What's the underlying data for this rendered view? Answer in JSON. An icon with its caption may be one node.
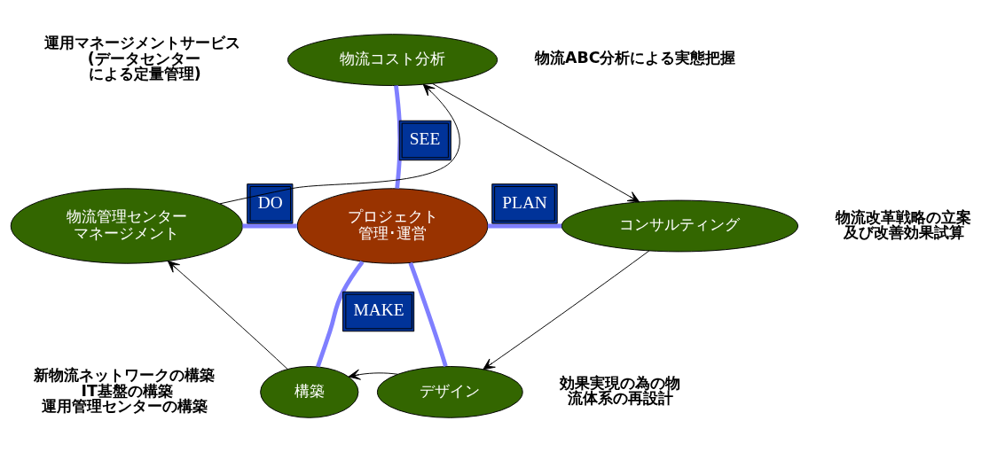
{
  "diagram": {
    "nodes": [
      {
        "text": [
          "プロジェクト管理･運営"
        ]
      },
      {
        "text": [
          "物流コスト分析"
        ],
        "beside": [
          "物流ABC分析による実態把握"
        ]
      },
      {
        "text": [
          "コンサルティング"
        ],
        "beside": [
          "物流改革戦略の立案及び改善効果試算"
        ]
      },
      {
        "text": [
          "デザイン"
        ],
        "beside": [
          "効果実現の為の物流体系の再設計"
        ]
      },
      {
        "text": [
          "構築"
        ],
        "beside": [
          "新物流ネットワークの構築",
          "IT基盤の構築",
          "運用管理センターの構築"
        ]
      },
      {
        "text": [
          "物流管理センターマネージメント"
        ],
        "beside": [
          "運用マネージメントサービス",
          "(データセンターによる定量管理)"
        ]
      }
    ],
    "edges": [
      {
        "from": 0,
        "to": 1,
        "arrow": "none",
        "label": "SEE",
        "style": "thick",
        "color": "#7f7fff"
      },
      {
        "from": 0,
        "to": 2,
        "arrow": "none",
        "label": "PLAN",
        "style": "thick",
        "color": "#7f7fff"
      },
      {
        "from": 0,
        "to": 3,
        "arrow": "none",
        "style": "thick",
        "color": "#7f7fff"
      },
      {
        "from": 0,
        "to": 4,
        "arrow": "none",
        "label": "MAKE",
        "style": "thick",
        "color": "#7f7fff"
      },
      {
        "from": 0,
        "to": 5,
        "arrow": "none",
        "label": "DO",
        "style": "thick",
        "color": "#7f7fff"
      },
      {
        "from": 1,
        "to": 2,
        "arrow": "to",
        "color": "#000000"
      },
      {
        "from": 2,
        "to": 3,
        "arrow": "to",
        "color": "#000000"
      },
      {
        "from": 3,
        "to": 4,
        "arrow": "to",
        "color": "#000000"
      },
      {
        "from": 4,
        "to": 5,
        "arrow": "to",
        "color": "#000000"
      },
      {
        "from": 5,
        "to": 1,
        "arrow": "to",
        "color": "#000000"
      }
    ]
  }
}
